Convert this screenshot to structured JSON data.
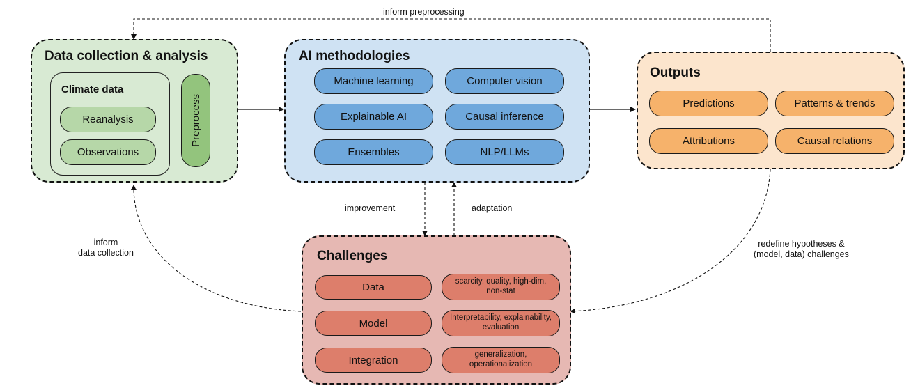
{
  "colors": {
    "data_panel": "#d8ead3",
    "data_pill": "#b6d7a8",
    "ai_panel": "#cfe2f3",
    "ai_pill": "#6fa8dc",
    "out_panel": "#fce5cd",
    "out_pill": "#f6b26b",
    "chal_panel": "#e6b8b3",
    "chal_pill": "#dd7e6b"
  },
  "data_panel": {
    "title": "Data collection & analysis",
    "climate_title": "Climate data",
    "reanalysis": "Reanalysis",
    "observations": "Observations",
    "preprocess": "Preprocess"
  },
  "ai_panel": {
    "title": "AI methodologies",
    "items": [
      "Machine learning",
      "Computer vision",
      "Explainable AI",
      "Causal inference",
      "Ensembles",
      "NLP/LLMs"
    ]
  },
  "outputs_panel": {
    "title": "Outputs",
    "items": [
      "Predictions",
      "Patterns & trends",
      "Attributions",
      "Causal relations"
    ]
  },
  "challenges_panel": {
    "title": "Challenges",
    "rows": [
      {
        "label": "Data",
        "detail": "scarcity, quality, high-dim, non-stat"
      },
      {
        "label": "Model",
        "detail": "Interpretability, explainability, evaluation"
      },
      {
        "label": "Integration",
        "detail": "generalization, operationalization"
      }
    ]
  },
  "edge_labels": {
    "inform_preprocessing": "inform preprocessing",
    "improvement": "improvement",
    "adaptation": "adaptation",
    "inform_data_collection": "inform\ndata collection",
    "redefine": "redefine hypotheses &\n(model, data) challenges"
  }
}
